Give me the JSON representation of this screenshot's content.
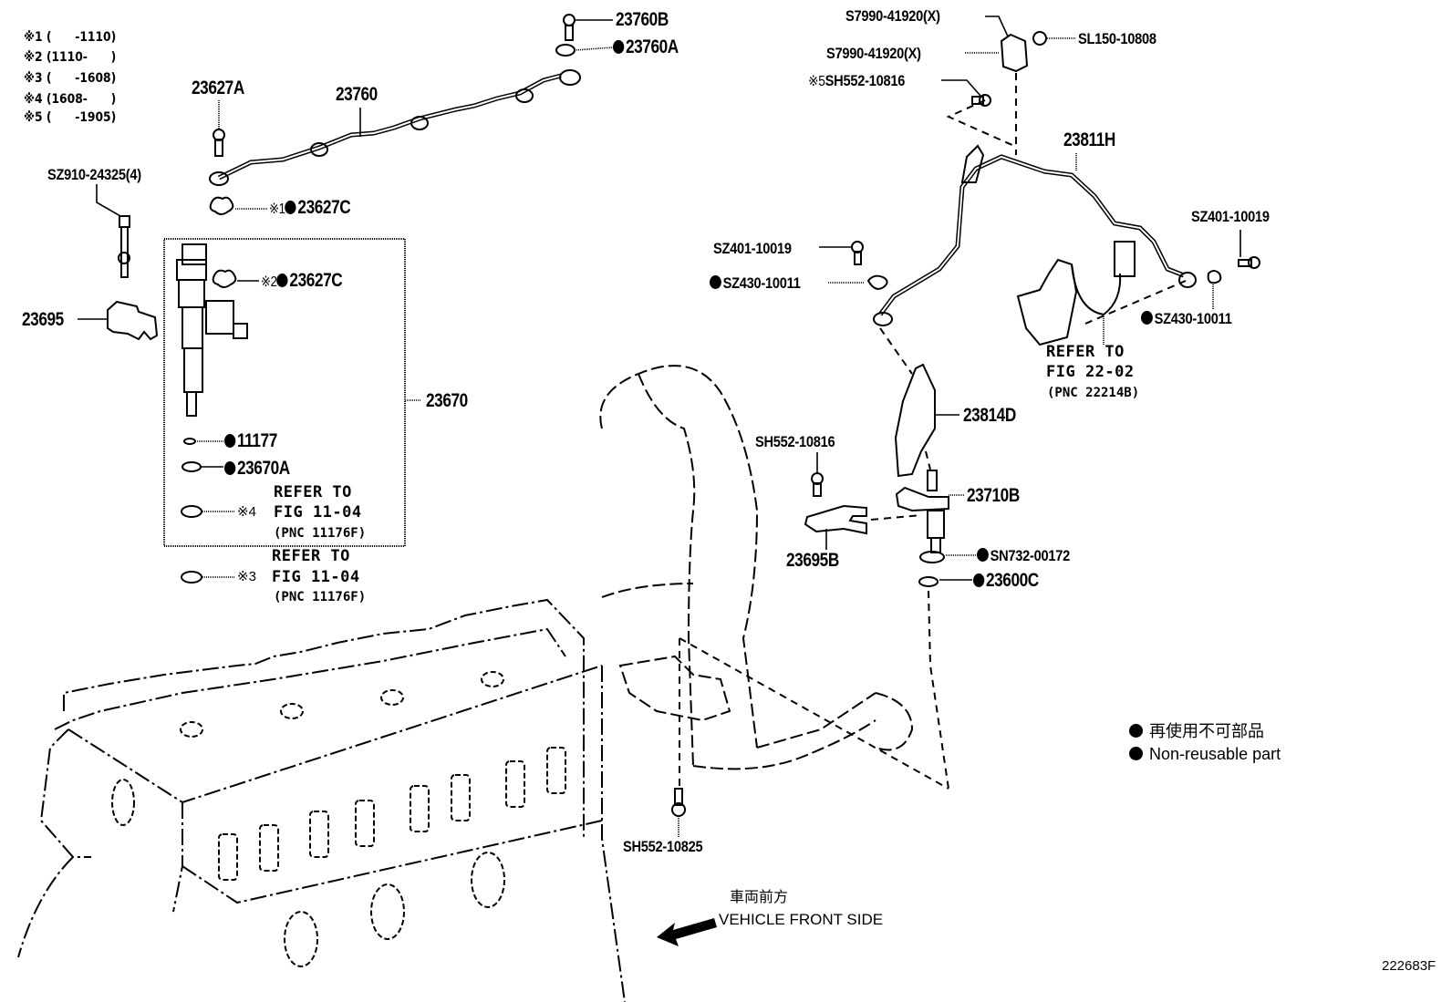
{
  "figure_code": "222683F",
  "footnotes": [
    {
      "mark": "※1",
      "range": "(      -1110)"
    },
    {
      "mark": "※2",
      "range": "(1110-      )"
    },
    {
      "mark": "※3",
      "range": "(      -1608)"
    },
    {
      "mark": "※4",
      "range": "(1608-      )"
    },
    {
      "mark": "※5",
      "range": "(      -1905)"
    }
  ],
  "parts": {
    "p23760B": "23760B",
    "p23760A": "23760A",
    "p23627A": "23627A",
    "p23760": "23760",
    "p23627C_1": "23627C",
    "p23627C_1_mark": "※1",
    "pSZ910": "SZ910-24325(4)",
    "p23627C_2": "23627C",
    "p23627C_2_mark": "※2",
    "p23695": "23695",
    "p23670": "23670",
    "p11177": "11177",
    "p23670A": "23670A",
    "ref_4_mark": "※4",
    "ref_3_mark": "※3",
    "pS7990_a": "S7990-41920(X)",
    "pS7990_b": "S7990-41920(X)",
    "pSL150": "SL150-10808",
    "pSH552_10816_top": "SH552-10816",
    "pSH552_10816_top_mark": "※5",
    "p23811H": "23811H",
    "pSZ401_left": "SZ401-10019",
    "pSZ430_left": "SZ430-10011",
    "pSZ401_right": "SZ401-10019",
    "pSZ430_right": "SZ430-10011",
    "p23814D": "23814D",
    "pSH552_10816_mid": "SH552-10816",
    "p23710B": "23710B",
    "p23695B": "23695B",
    "pSN732": "SN732-00172",
    "p23600C": "23600C",
    "pSH552_10825": "SH552-10825"
  },
  "references": {
    "fig11_in_box": {
      "line1": "REFER TO",
      "line2": "FIG 11-04",
      "line3": "(PNC 11176F)"
    },
    "fig11_outside": {
      "line1": "REFER TO",
      "line2": "FIG 11-04",
      "line3": "(PNC 11176F)"
    },
    "fig22": {
      "line1": "REFER TO",
      "line2": "FIG 22-02",
      "line3": "(PNC 22214B)"
    }
  },
  "legend": {
    "jp": "再使用不可部品",
    "en": "Non-reusable part"
  },
  "direction": {
    "jp": "車両前方",
    "en": "VEHICLE FRONT SIDE"
  }
}
